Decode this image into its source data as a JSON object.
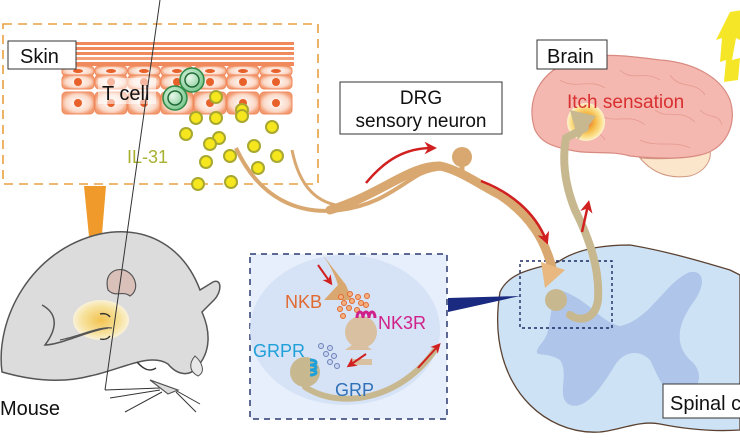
{
  "labels": {
    "skin": "Skin",
    "t_cell": "T cell",
    "il31": "IL-31",
    "drg_line1": "DRG",
    "drg_line2": "sensory neuron",
    "brain": "Brain",
    "itch": "Itch sensation",
    "mouse": "Mouse",
    "spinal": "Spinal cord",
    "nkb": "NKB",
    "nk3r": "NK3R",
    "grpr": "GRPR",
    "grp": "GRP"
  },
  "colors": {
    "skin_cell": "#f08a5d",
    "skin_dash": "#e8a040",
    "il31_fill": "#f5e61e",
    "il31_ring": "#a8a830",
    "il31_text": "#a8b030",
    "tcell": "#3a9a50",
    "drg": "#d9a870",
    "spinal_neuron": "#c8b890",
    "brain": "#f4b8b0",
    "itch_text": "#d83030",
    "arrow_red": "#d02020",
    "spinal_fill": "#cde3f5",
    "grey_matter": "#a9bfe6",
    "inset_border": "#2a3a70",
    "navy_pointer": "#1a2a80",
    "nkb": "#e06a30",
    "nk3r": "#d0208a",
    "grpr": "#20a0d8",
    "grp": "#3070b8",
    "bolt": "#f5e628",
    "mouse_fill": "#dcdcdc"
  }
}
